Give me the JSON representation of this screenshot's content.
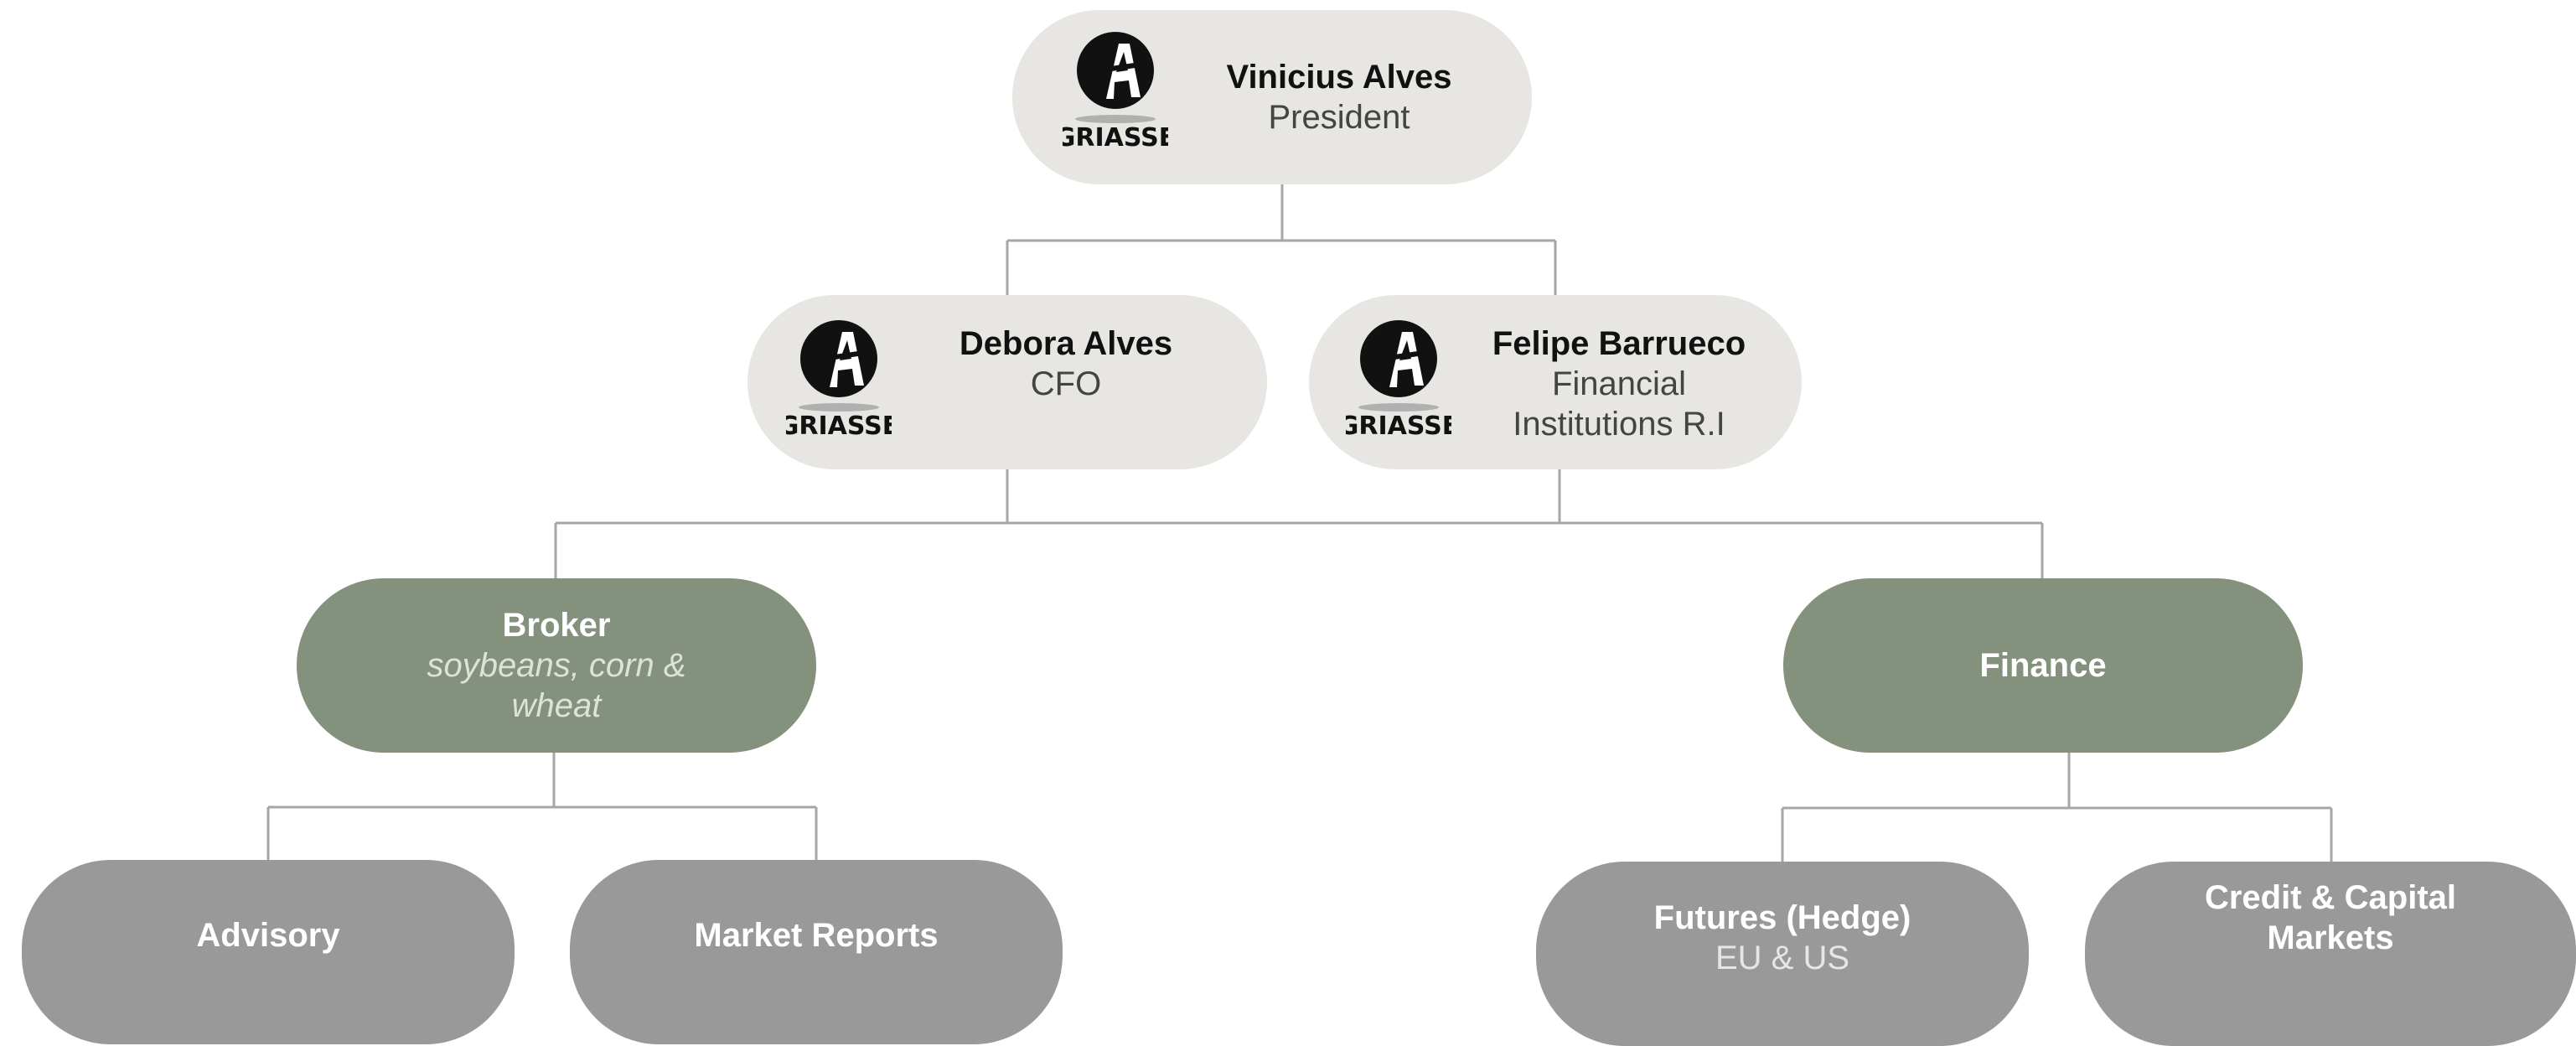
{
  "logo": {
    "text": "GRIASSE"
  },
  "people": {
    "president": {
      "name": "Vinicius Alves",
      "role": "President"
    },
    "cfo": {
      "name": "Debora Alves",
      "role": "CFO"
    },
    "fi": {
      "name": "Felipe Barrueco",
      "role_line1": "Financial",
      "role_line2": "Institutions R.I"
    }
  },
  "departments": {
    "broker": {
      "name": "Broker",
      "sub_line1": "soybeans, corn &",
      "sub_line2": "wheat"
    },
    "finance": {
      "name": "Finance"
    }
  },
  "units": {
    "advisory": {
      "name": "Advisory"
    },
    "market_reports": {
      "name": "Market Reports"
    },
    "futures": {
      "name": "Futures (Hedge)",
      "sub": "EU & US"
    },
    "credit": {
      "name_line1": "Credit & Capital",
      "name_line2": "Markets"
    }
  },
  "colors": {
    "person_box": "#e7e6e3",
    "department_box": "#84917c",
    "unit_box": "#999999",
    "connector": "#a6a6a6"
  }
}
